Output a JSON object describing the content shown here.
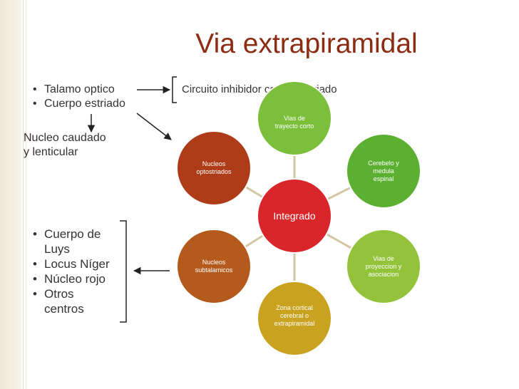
{
  "title": "Via extrapiramidal",
  "top_list": [
    "Talamo optico",
    "Cuerpo estriado"
  ],
  "circuit_text": "Circuito inhibidor cortico estriado",
  "nucleo_text": [
    "Nucleo caudado",
    "y lenticular"
  ],
  "bottom_list": [
    {
      "lines": [
        "Cuerpo de",
        "Luys"
      ]
    },
    {
      "lines": [
        "Locus Níger"
      ]
    },
    {
      "lines": [
        "Núcleo rojo"
      ]
    },
    {
      "lines": [
        "Otros",
        "centros"
      ]
    }
  ],
  "diagram": {
    "center": {
      "label": "Integrado",
      "color": "#d9262b"
    },
    "nodes": [
      {
        "id": "top",
        "label": [
          "Vias de",
          "trayecto corto"
        ],
        "color": "#7bbf3b"
      },
      {
        "id": "upper-right",
        "label": [
          "Cerebelo y",
          "medula",
          "espinal"
        ],
        "color": "#5cb031"
      },
      {
        "id": "lower-right",
        "label": [
          "Vias de",
          "proyeccion y",
          "asociacion"
        ],
        "color": "#93c33b"
      },
      {
        "id": "bottom",
        "label": [
          "Zona cortical",
          "cerebral o",
          "extrapiramidal"
        ],
        "color": "#c9a31f"
      },
      {
        "id": "lower-left",
        "label": [
          "Nucleos",
          "subtalamicos"
        ],
        "color": "#b45a1c"
      },
      {
        "id": "upper-left",
        "label": [
          "Nucleos",
          "optostriados"
        ],
        "color": "#ae3c19"
      }
    ]
  },
  "colors": {
    "title": "#8b2c13",
    "text": "#333333",
    "connector": "#d4c6a3",
    "sidebar": "#efe9d8"
  }
}
